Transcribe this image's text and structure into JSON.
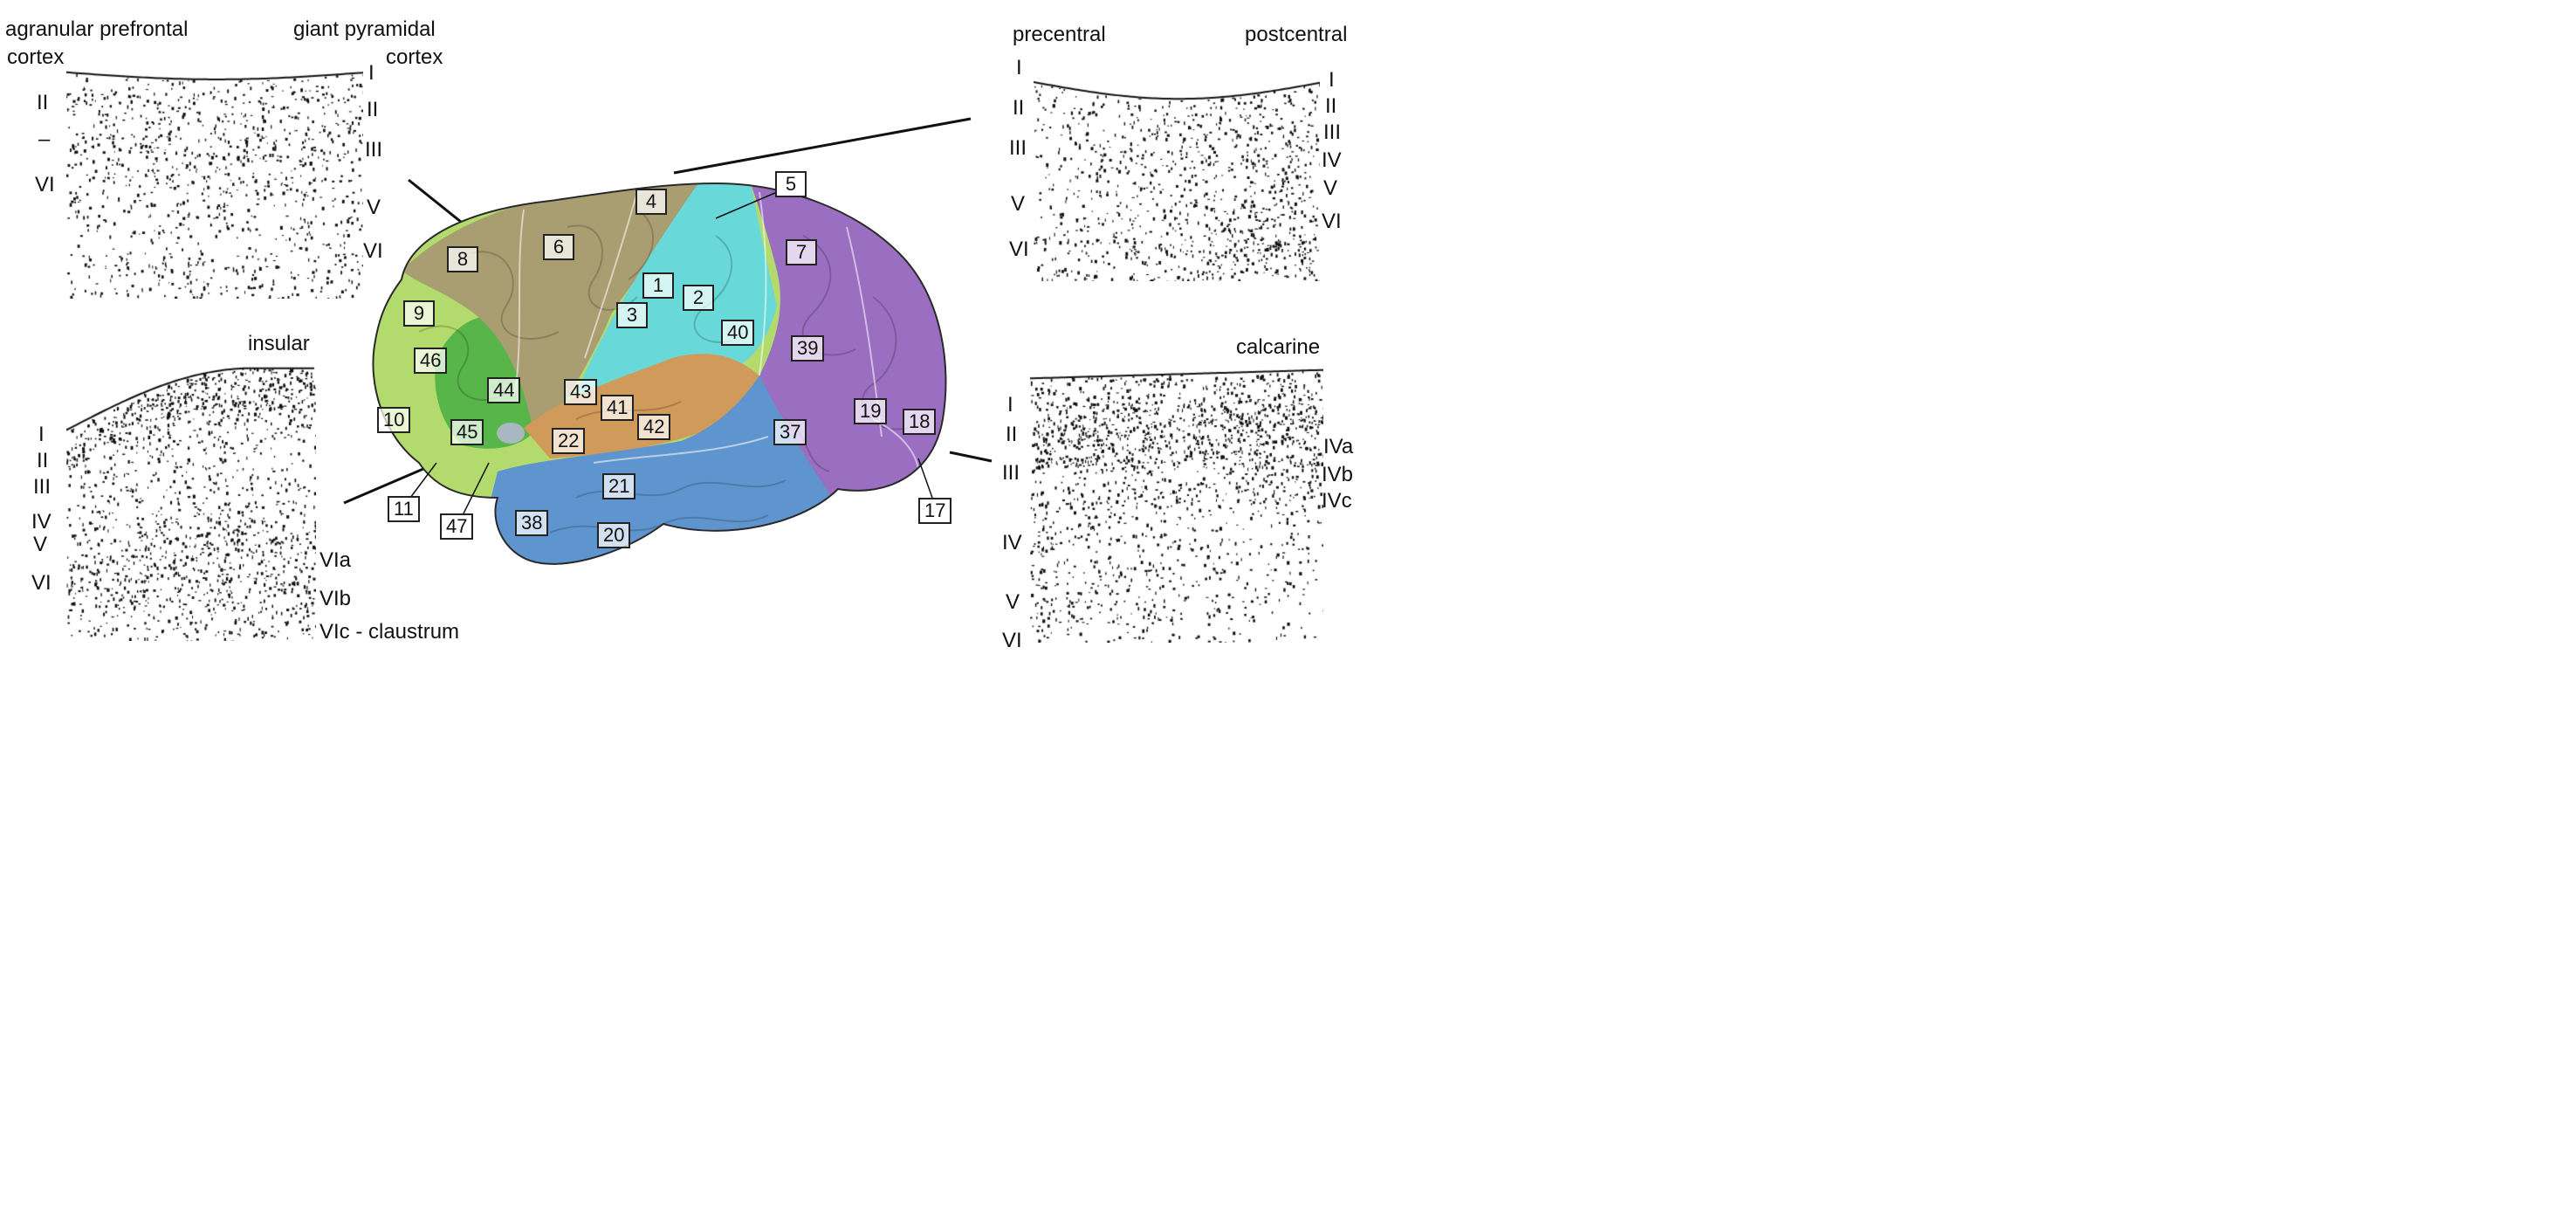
{
  "panels": {
    "prefrontal": {
      "title_left": "agranular prefrontal",
      "title_left_2": "cortex",
      "title_right": "giant pyramidal",
      "title_right_2": "cortex",
      "layers_left": [
        "II",
        "–",
        "VI"
      ],
      "layers_right": [
        "I",
        "II",
        "III",
        "V",
        "VI"
      ]
    },
    "insular": {
      "title": "insular",
      "layers_left": [
        "I",
        "II",
        "III",
        "IV",
        "V",
        "VI"
      ],
      "layers_right": [
        "VIa",
        "VIb",
        "VIc - claustrum"
      ]
    },
    "motor_sensory": {
      "title_left": "precentral",
      "title_right": "postcentral",
      "layers_left": [
        "I",
        "II",
        "III",
        "V",
        "VI"
      ],
      "layers_right": [
        "I",
        "II",
        "III",
        "IV",
        "V",
        "VI"
      ]
    },
    "calcarine": {
      "title": "calcarine",
      "layers_left": [
        "I",
        "II",
        "III",
        "IV",
        "V",
        "VI"
      ],
      "layers_right": [
        "IVa",
        "IVb",
        "IVc"
      ]
    }
  },
  "brodmann_areas": [
    "4",
    "5",
    "6",
    "7",
    "8",
    "1",
    "2",
    "3",
    "9",
    "40",
    "46",
    "39",
    "44",
    "43",
    "41",
    "42",
    "10",
    "45",
    "22",
    "37",
    "19",
    "18",
    "21",
    "11",
    "47",
    "38",
    "20",
    "17"
  ],
  "colors": {
    "frontal_motor": "#a89e72",
    "prefrontal_light": "#b3da6c",
    "prefrontal_dark": "#57b54a",
    "somatosensory": "#68d8d8",
    "parietal_occipital": "#9a6ec0",
    "auditory": "#d09a5a",
    "temporal": "#5f95cf",
    "insula": "#a9b8c0"
  }
}
